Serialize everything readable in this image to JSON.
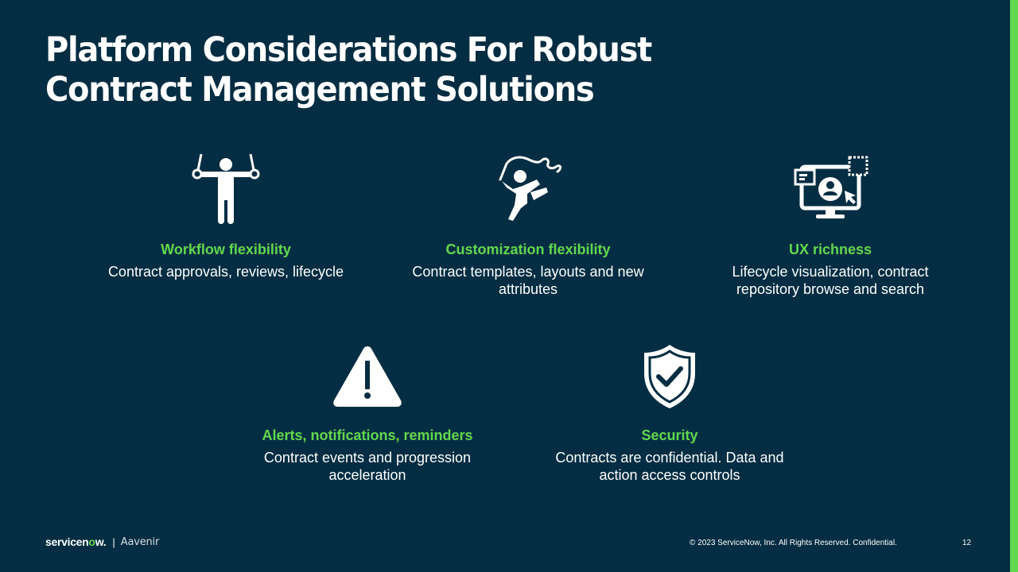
{
  "slide": {
    "title": "Platform Considerations For Robust Contract Management Solutions",
    "background_color": "#032d42",
    "accent_color": "#62d84e"
  },
  "cards": [
    {
      "icon": "gymnast-rings-icon",
      "heading": "Workflow flexibility",
      "description": "Contract approvals, reviews, lifecycle"
    },
    {
      "icon": "ribbon-gymnast-icon",
      "heading": "Customization flexibility",
      "description": "Contract templates, layouts and new attributes"
    },
    {
      "icon": "monitor-user-icon",
      "heading": "UX richness",
      "description": "Lifecycle visualization, contract repository browse and search"
    },
    {
      "icon": "warning-triangle-icon",
      "heading": "Alerts, notifications, reminders",
      "description": "Contract events and progression acceleration"
    },
    {
      "icon": "shield-check-icon",
      "heading": "Security",
      "description": "Contracts are confidential. Data and action access controls"
    }
  ],
  "footer": {
    "logo_primary_prefix": "servicen",
    "logo_primary_o": "o",
    "logo_primary_suffix": "w.",
    "separator": "|",
    "logo_partner": "Aavenir",
    "copyright": "© 2023 ServiceNow, Inc. All Rights Reserved. Confidential.",
    "page_number": "12"
  }
}
